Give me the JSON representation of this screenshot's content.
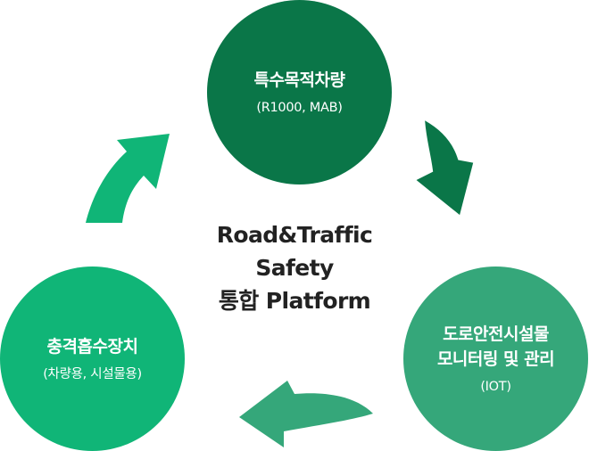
{
  "center": {
    "line1": "Road&Traffic",
    "line2": "Safety",
    "line3": "통합 Platform"
  },
  "nodes": {
    "top": {
      "title": "특수목적차량",
      "subtitle": "(R1000, MAB)",
      "color": "#0a7648"
    },
    "right": {
      "title_line1": "도로안전시설물",
      "title_line2": "모니터링 및 관리",
      "subtitle": "(IOT)",
      "color": "#35a77a"
    },
    "left": {
      "title": "충격흡수장치",
      "subtitle": "(차량용, 시설물용)",
      "color": "#10b577"
    }
  },
  "arrows": {
    "top_right_color": "#0a7648",
    "bottom_color": "#35a77a",
    "left_color": "#10b577"
  }
}
